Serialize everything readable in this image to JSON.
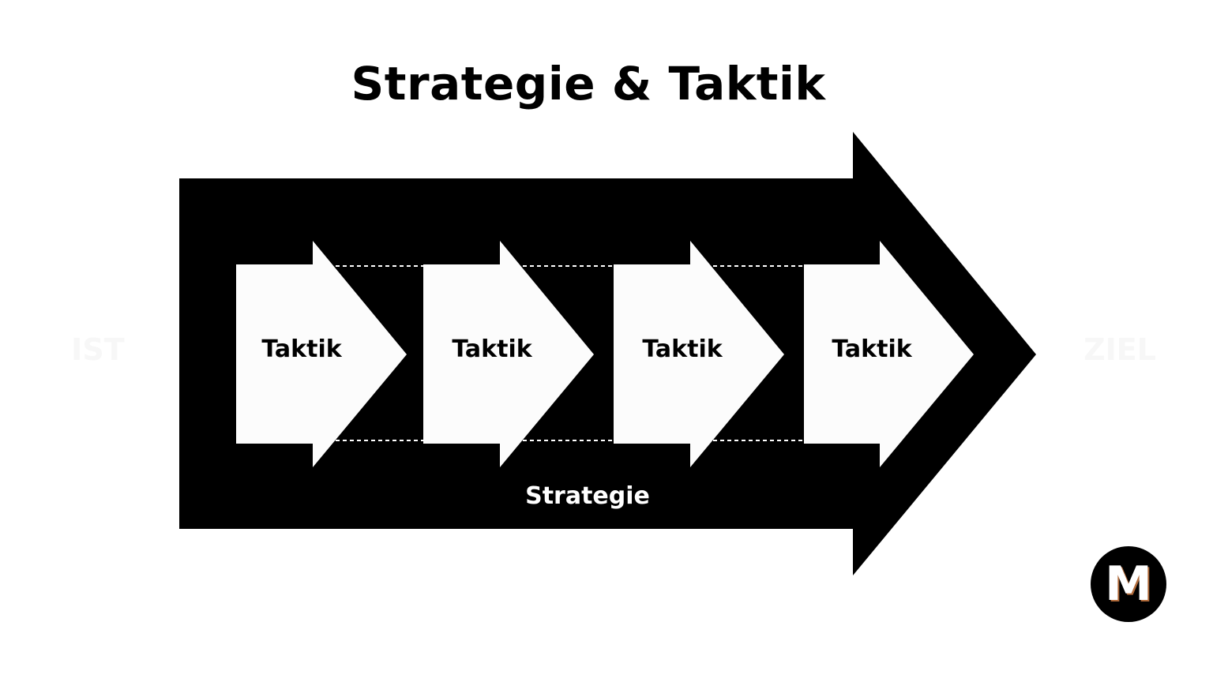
{
  "title": "Strategie & Taktik",
  "start_label": "IST",
  "end_label": "ZIEL",
  "outer_arrow": {
    "label": "Strategie",
    "color": "#000000"
  },
  "tactics": [
    {
      "label": "Taktik"
    },
    {
      "label": "Taktik"
    },
    {
      "label": "Taktik"
    },
    {
      "label": "Taktik"
    }
  ],
  "tactic_color": "#fcfcfc",
  "logo": {
    "letter": "M"
  }
}
